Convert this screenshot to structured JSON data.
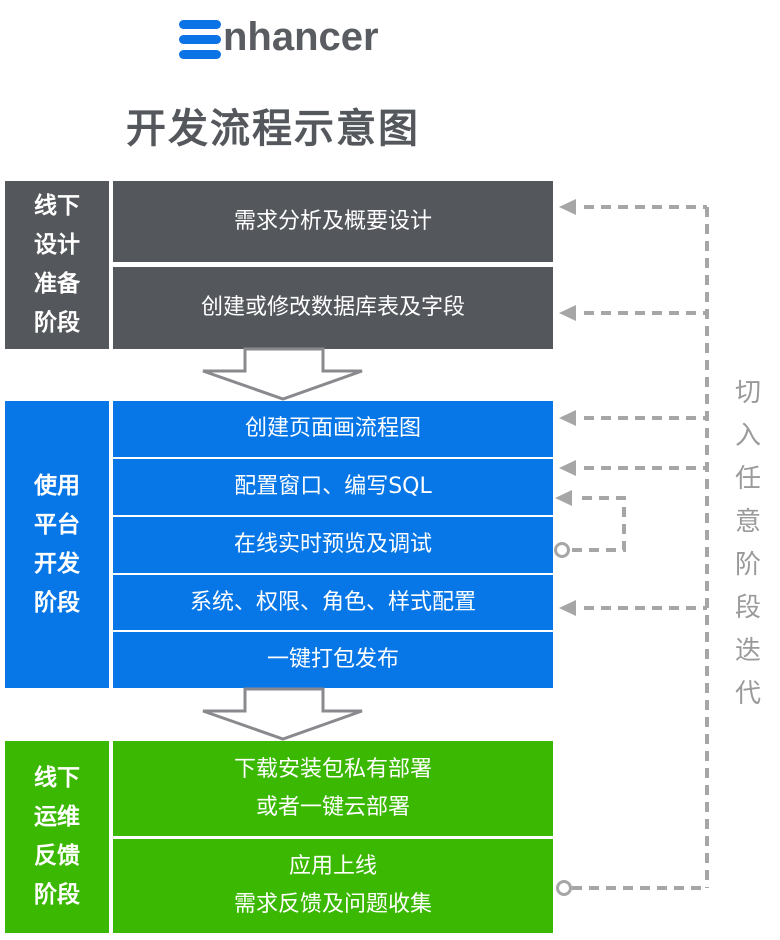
{
  "logo": {
    "text": "nhancer",
    "mark_icon": "enhancer-e-logo-icon",
    "brand_color": "#0b73e6"
  },
  "title": "开发流程示意图",
  "stages": [
    {
      "label_lines": [
        "线下",
        "设计",
        "准备",
        "阶段"
      ],
      "color": "#54575c",
      "steps": [
        {
          "lines": [
            "需求分析及概要设计"
          ]
        },
        {
          "lines": [
            "创建或修改数据库表及字段"
          ]
        }
      ]
    },
    {
      "label_lines": [
        "使用",
        "平台",
        "开发",
        "阶段"
      ],
      "color": "#0777e8",
      "steps": [
        {
          "lines": [
            "创建页面画流程图"
          ]
        },
        {
          "lines": [
            "配置窗口、编写SQL"
          ]
        },
        {
          "lines": [
            "在线实时预览及调试"
          ]
        },
        {
          "lines": [
            "系统、权限、角色、样式配置"
          ]
        },
        {
          "lines": [
            "一键打包发布"
          ]
        }
      ]
    },
    {
      "label_lines": [
        "线下",
        "运维",
        "反馈",
        "阶段"
      ],
      "color": "#3bb802",
      "steps": [
        {
          "lines": [
            "下载安装包私有部署",
            "或者一键云部署"
          ]
        },
        {
          "lines": [
            "应用上线",
            "需求反馈及问题收集"
          ]
        }
      ]
    }
  ],
  "side_label": [
    "切",
    "入",
    "任",
    "意",
    "阶",
    "段",
    "迭",
    "代"
  ],
  "connector_color": "#a6a6a6",
  "arrow_color": "#8a8a8e"
}
